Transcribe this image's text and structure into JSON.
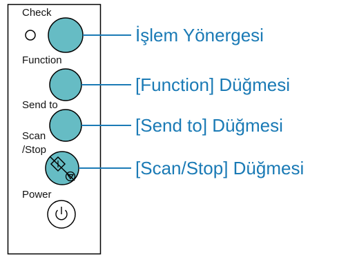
{
  "colors": {
    "accent": "#1a7ab5",
    "button_fill": "#66bcc4",
    "outline": "#000000"
  },
  "panel": {
    "check_label": "Check",
    "function_label": "Function",
    "send_to_label": "Send to",
    "scan_label": "Scan",
    "stop_label": "/Stop",
    "power_label": "Power"
  },
  "icons": {
    "check_indicator": "led-indicator-icon",
    "scan_start": "start-diamond-icon",
    "scan_stop": "stop-triangle-icon",
    "power": "power-icon"
  },
  "callouts": {
    "check": "İşlem Yönergesi",
    "function": "[Function] Düğmesi",
    "send_to": "[Send to] Düğmesi",
    "scan_stop": "[Scan/Stop] Düğmesi"
  }
}
